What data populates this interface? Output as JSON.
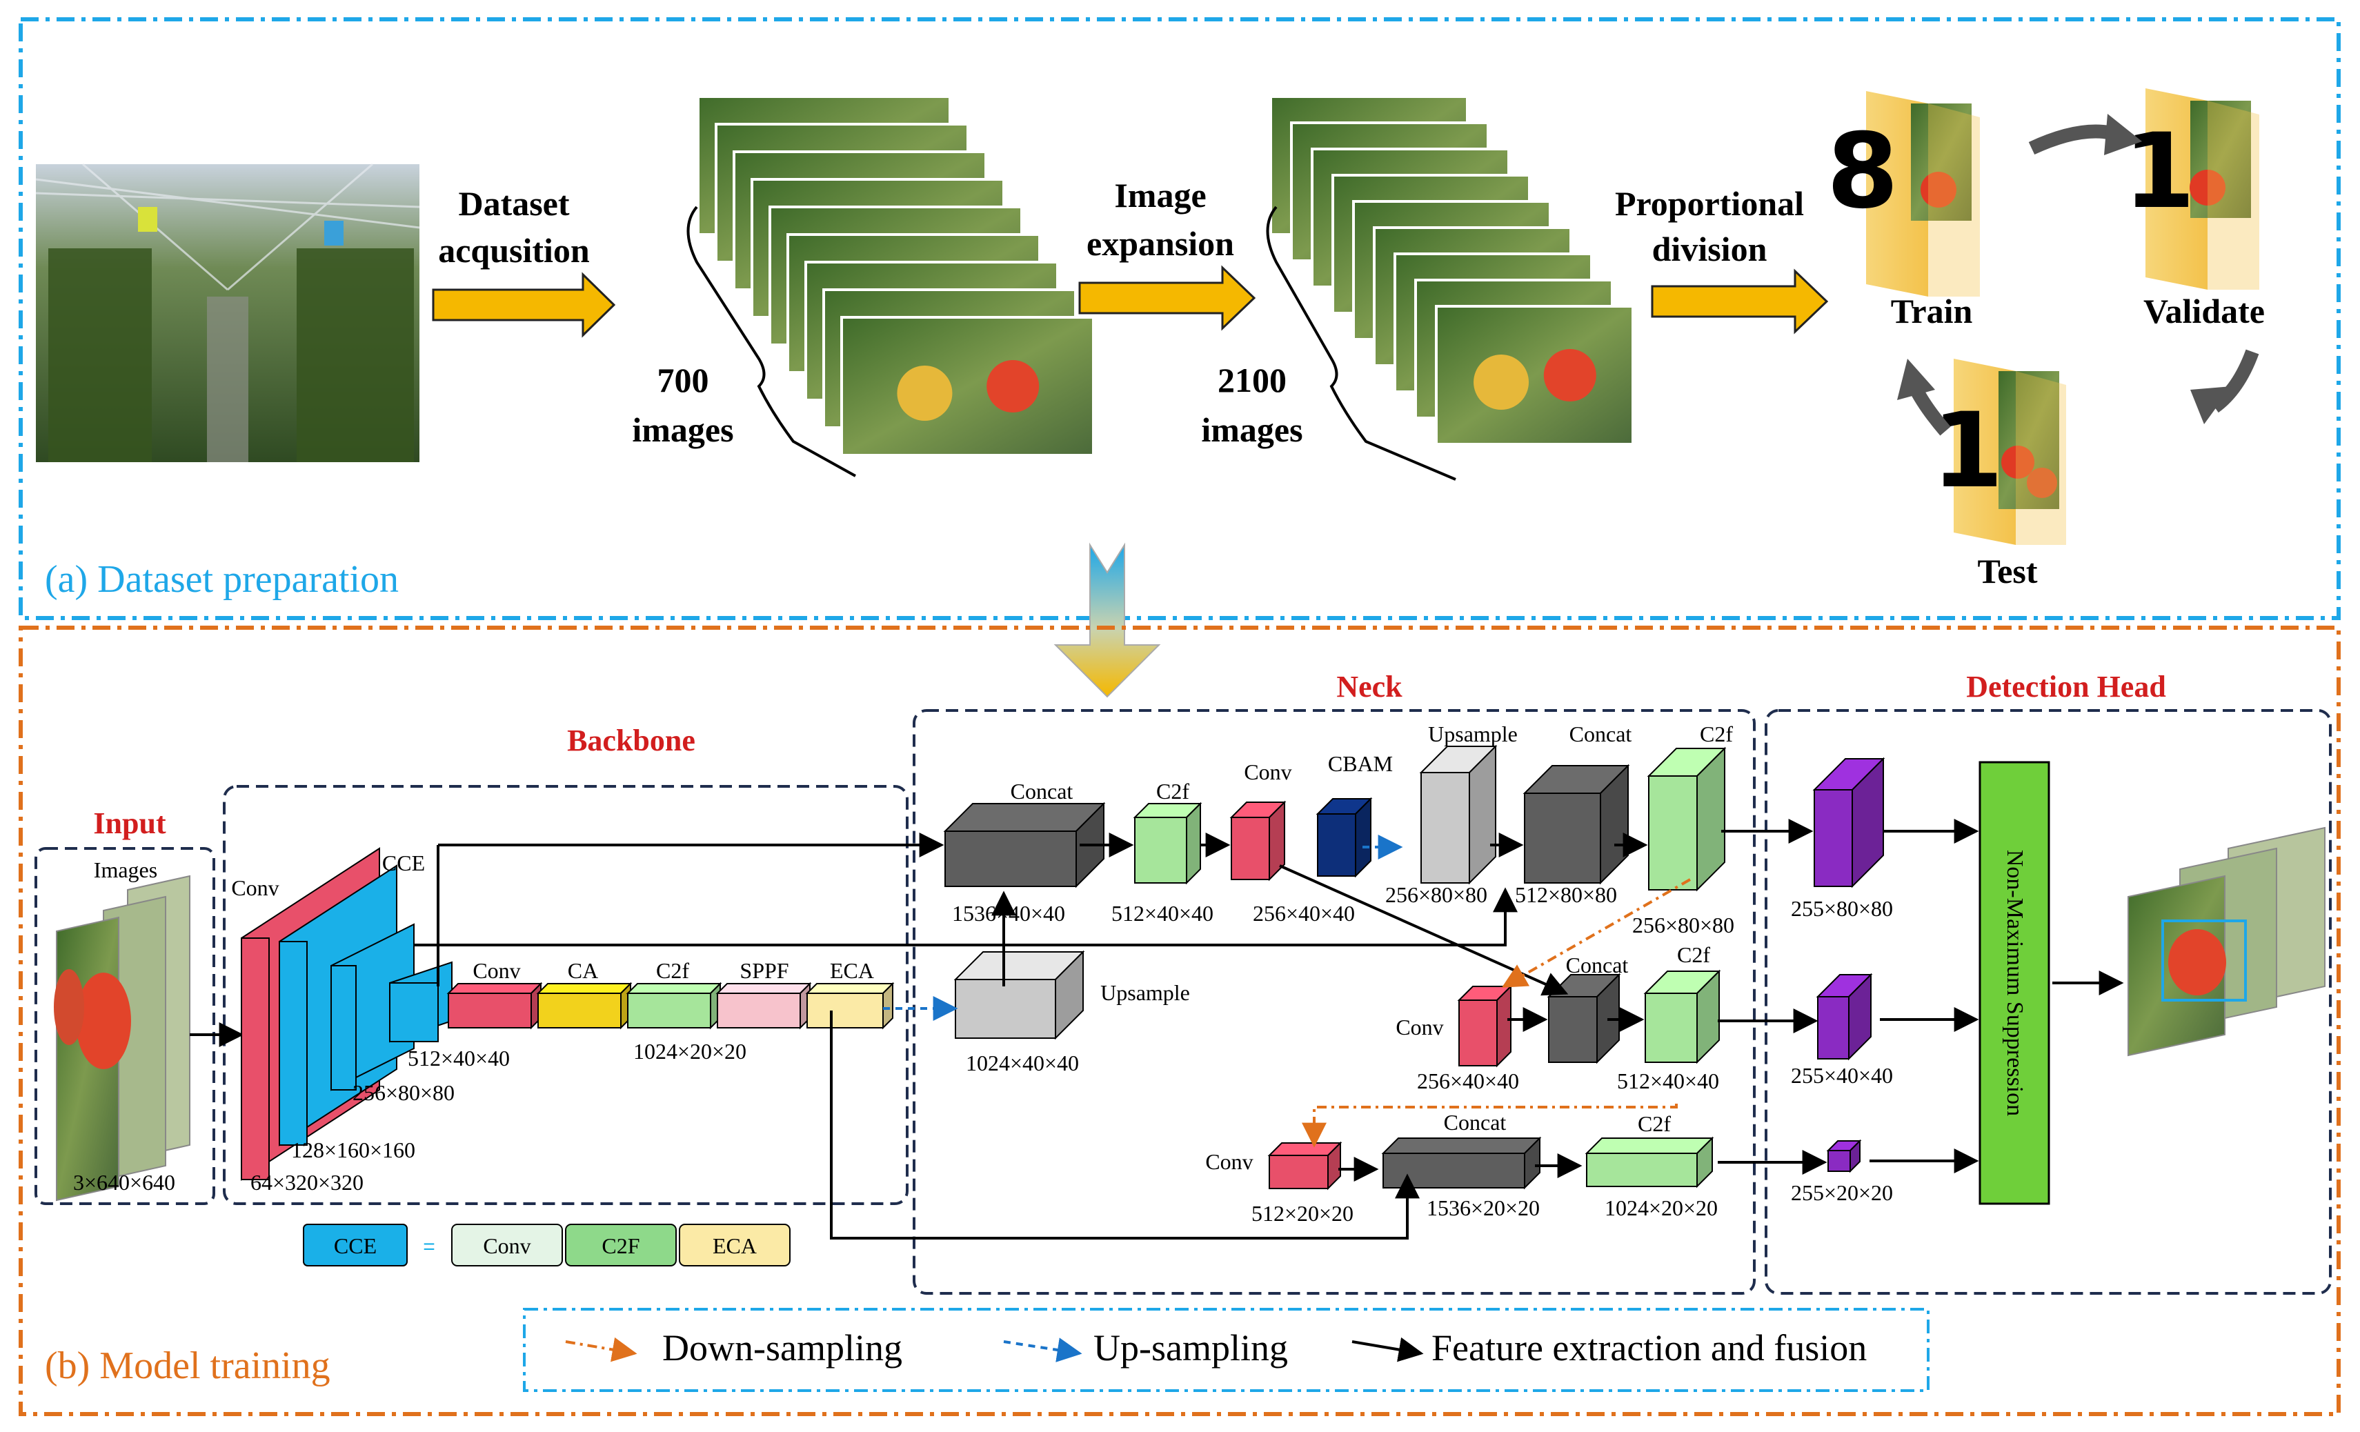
{
  "section_a": {
    "caption": "(a) Dataset preparation",
    "step1_line1": "Dataset",
    "step1_line2": "acqusition",
    "count1_num": "700",
    "count1_unit": "images",
    "step2_line1": "Image",
    "step2_line2": "expansion",
    "count2_num": "2100",
    "count2_unit": "images",
    "step3_line1": "Proportional",
    "step3_line2": "division",
    "train_num": "8",
    "train_label": "Train",
    "validate_num": "1",
    "validate_label": "Validate",
    "test_num": "1",
    "test_label": "Test"
  },
  "section_b": {
    "caption": "(b) Model training",
    "input_title": "Input",
    "input_images": "Images",
    "input_dims": "3×640×640",
    "backbone_title": "Backbone",
    "neck_title": "Neck",
    "head_title": "Detection Head",
    "bb_conv": "Conv",
    "bb_cce": "CCE",
    "bb_d1": "64×320×320",
    "bb_d2": "128×160×160",
    "bb_d3": "256×80×80",
    "bb_d4": "512×40×40",
    "bb_conv2": "Conv",
    "bb_ca": "CA",
    "bb_c2f": "C2f",
    "bb_sppf": "SPPF",
    "bb_eca": "ECA",
    "bb_d5": "1024×20×20",
    "legend_cce": "CCE",
    "legend_eq": "=",
    "legend_conv": "Conv",
    "legend_c2f": "C2F",
    "legend_eca": "ECA",
    "nk_concat1": "Concat",
    "nk_c2f1": "C2f",
    "nk_conv1": "Conv",
    "nk_cbam": "CBAM",
    "nk_upsample1": "Upsample",
    "nk_concat2": "Concat",
    "nk_c2f2": "C2f",
    "nk_d_concat1": "1536×40×40",
    "nk_d_c2f1": "512×40×40",
    "nk_d_conv1": "256×40×40",
    "nk_d_up1": "256×80×80",
    "nk_d_concat2": "512×80×80",
    "nk_d_c2f2": "256×80×80",
    "nk_upsample0": "Upsample",
    "nk_d_up0": "1024×40×40",
    "nk_conv2": "Conv",
    "nk_concat3": "Concat",
    "nk_c2f3": "C2f",
    "nk_d_conv2": "256×40×40",
    "nk_d_c2f3": "512×40×40",
    "nk_conv3": "Conv",
    "nk_concat4": "Concat",
    "nk_c2f4": "C2f",
    "nk_d_conv3": "512×20×20",
    "nk_d_concat4": "1536×20×20",
    "nk_d_c2f4": "1024×20×20",
    "hd_d1": "255×80×80",
    "hd_d2": "255×40×40",
    "hd_d3": "255×20×20",
    "nms": "Non-Maximum Suppression"
  },
  "legend": {
    "down": "Down-sampling",
    "up": "Up-sampling",
    "feat": "Feature extraction and fusion"
  },
  "colors": {
    "cyan_frame": "#1ea7e8",
    "orange_frame": "#e0711c",
    "navy_dash": "#1f2d4d",
    "title_red": "#d21e1e",
    "arrow_gold": "#f5b800",
    "conv_red": "#e8506a",
    "cce_blue": "#1ab0e8",
    "ca_yellow": "#f2d21c",
    "c2f_green": "#a6e59b",
    "sppf_pink": "#f7c3cc",
    "eca_cream": "#fbeaa6",
    "concat_gray": "#5e5e5e",
    "upsample_gray": "#c9c9c9",
    "cbam_navy": "#0d2f7a",
    "head_purple": "#8a2bc2",
    "nms_green": "#6fcf3a"
  }
}
